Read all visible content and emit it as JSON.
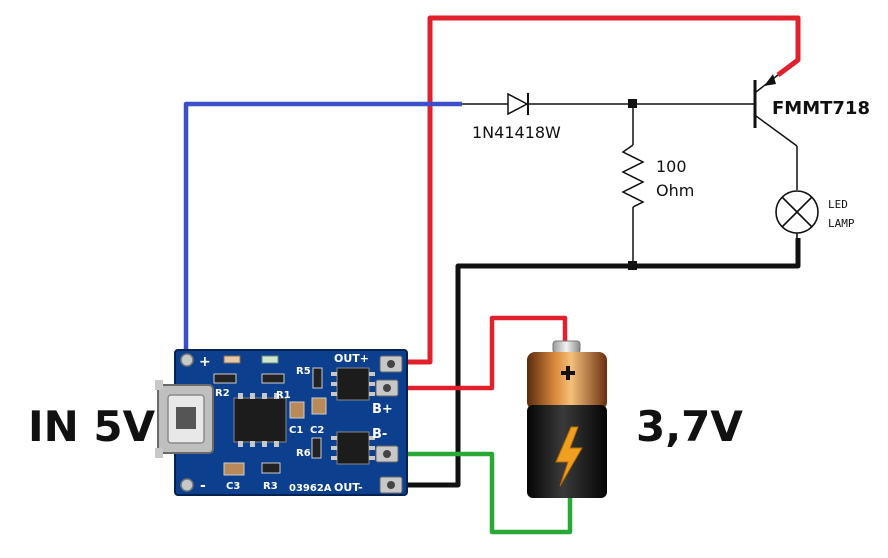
{
  "labels": {
    "input_voltage": "IN 5V",
    "battery_voltage": "3,7V",
    "diode": "1N41418W",
    "transistor": "FMMT718",
    "resistor_value": "100",
    "resistor_unit": "Ohm",
    "lamp_line1": "LED",
    "lamp_line2": "LAMP"
  },
  "board": {
    "out_plus": "OUT+",
    "b_plus": "B+",
    "b_minus": "B-",
    "out_minus": "OUT-",
    "plus_sign": "+",
    "minus_sign": "-",
    "r1": "R1",
    "r2": "R2",
    "r3": "R3",
    "r5": "R5",
    "r6": "R6",
    "c1": "C1",
    "c2": "C2",
    "c3": "C3",
    "part_code": "03962A"
  },
  "colors": {
    "positive_wire": "#e0202a",
    "input_wire": "#3a4fc8",
    "ground_wire": "#111111",
    "battery_negative_wire": "#2aa836",
    "board": "#0d3f8f"
  }
}
